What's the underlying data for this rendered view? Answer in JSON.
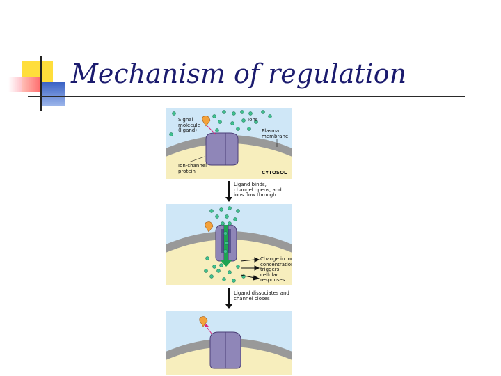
{
  "slide": {
    "title": "Mechanism of regulation",
    "colors": {
      "title": "#1b1b6e",
      "accent_yellow": "#ffde3b",
      "accent_red": "#ff5a6e",
      "accent_blue": "#3a62c4"
    }
  },
  "diagram": {
    "panel1": {
      "signal_label": "Signal\nmolecule\n(ligand)",
      "ions_label": "Ions",
      "membrane_label": "Plasma\nmembrane",
      "channel_label": "Ion-channel\nprotein",
      "cytosol_label": "CYTOSOL"
    },
    "step1_label": "Ligand binds,\nchannel opens, and\nions flow through",
    "panel2": {
      "response_label": "Change in ion\nconcentration\ntriggers cellular\nresponses"
    },
    "step2_label": "Ligand dissociates and\nchannel closes"
  }
}
